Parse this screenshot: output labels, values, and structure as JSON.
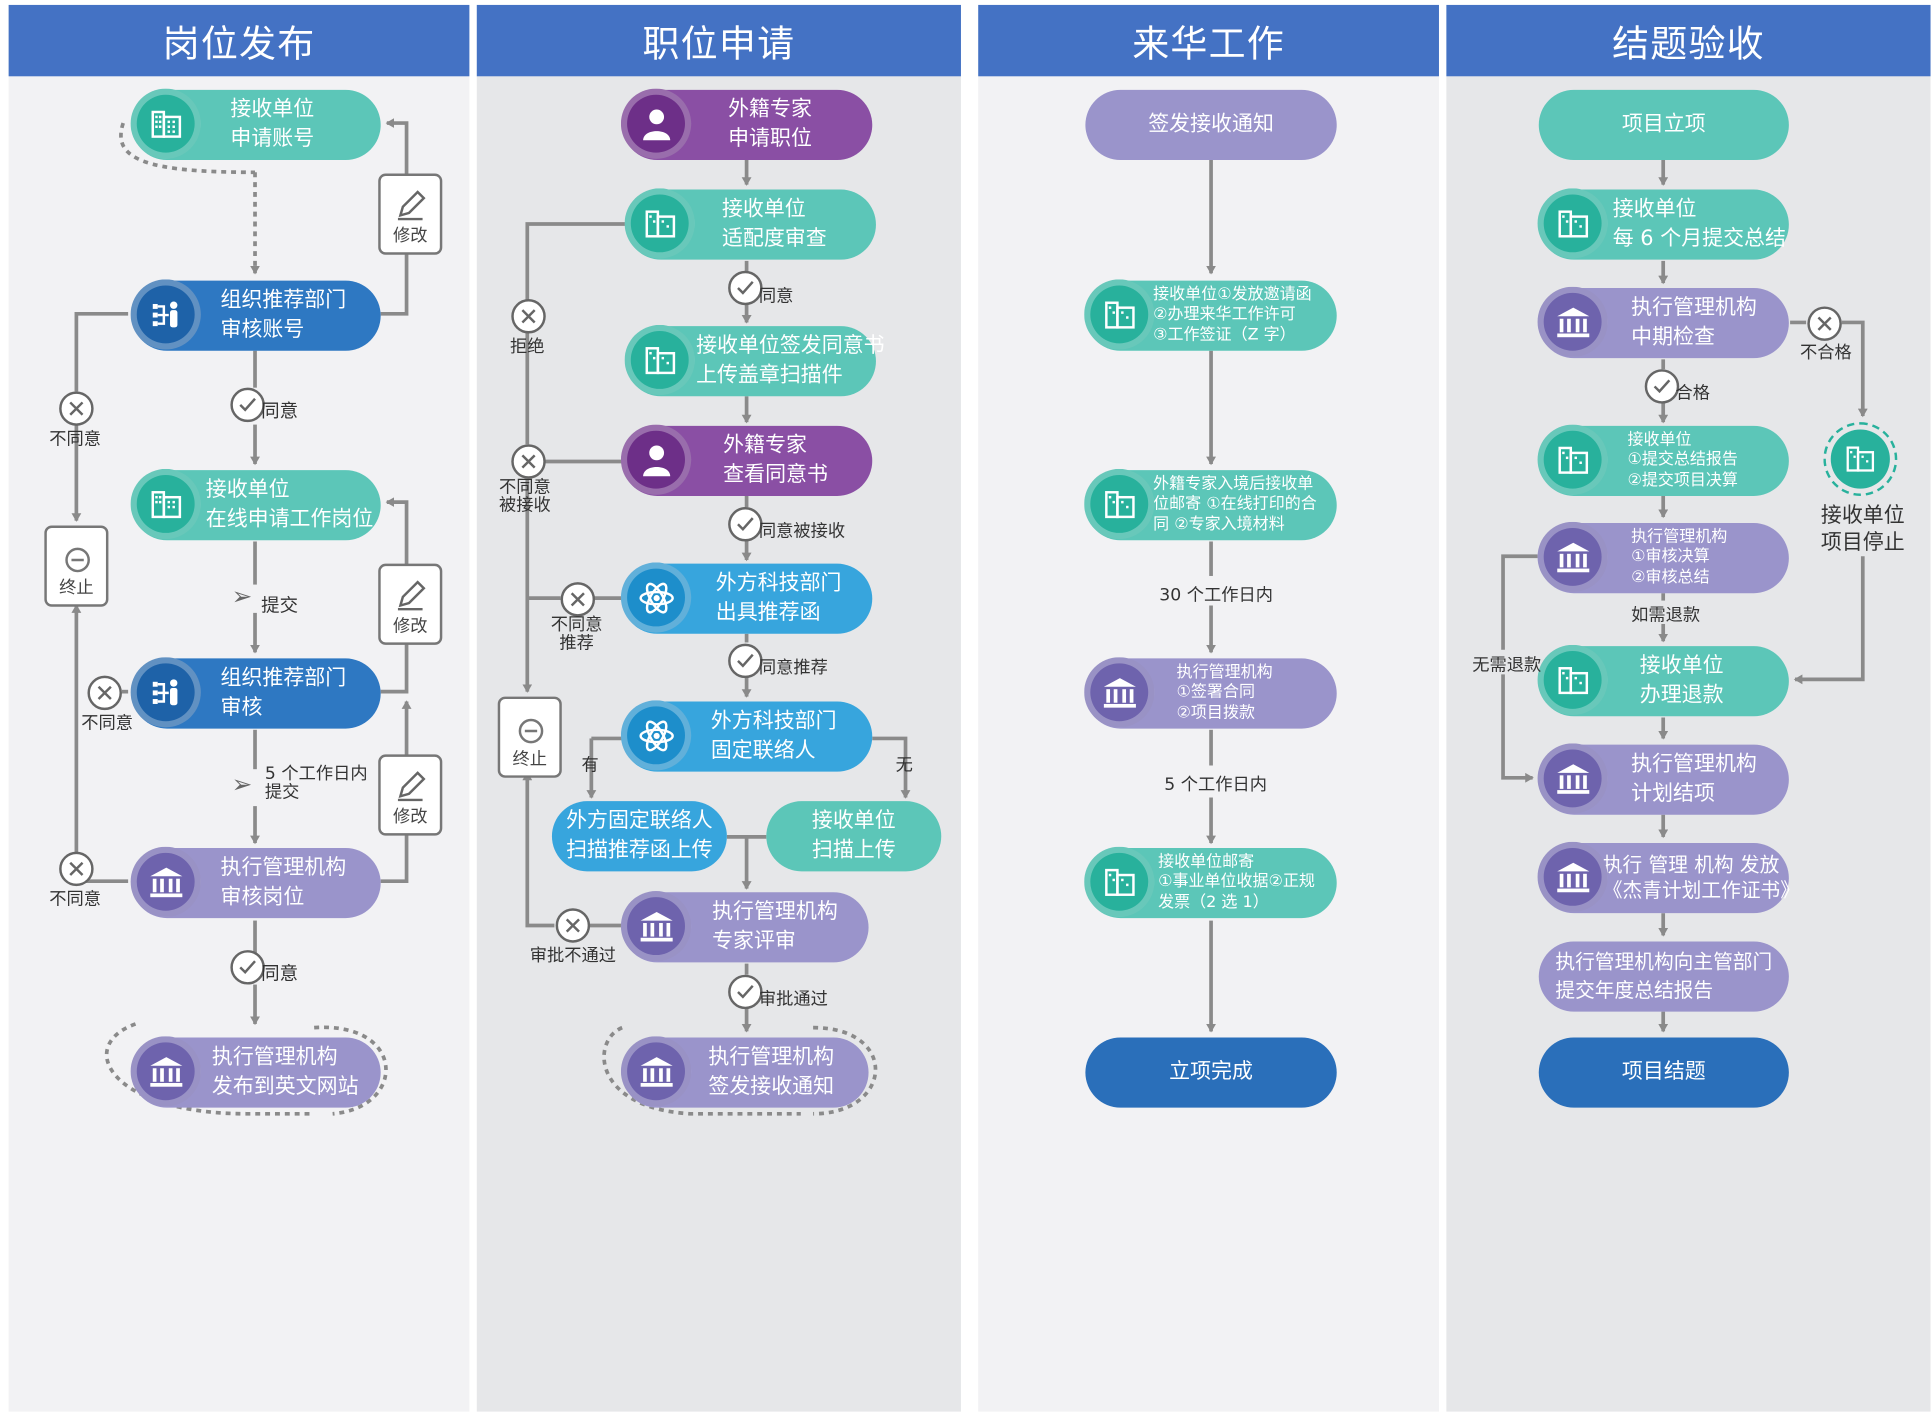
{
  "colors": {
    "header": "#4472c4",
    "teal": "#5cc6b8",
    "blue": "#2e78c2",
    "lavender": "#9a94cb",
    "purple": "#8a4fa4",
    "cyan": "#37a5dd",
    "navy": "#2a6fba"
  },
  "columns": [
    {
      "title": "岗位发布"
    },
    {
      "title": "职位申请"
    },
    {
      "title": "来华工作"
    },
    {
      "title": "结题验收"
    }
  ],
  "col1": {
    "n1": [
      "接收单位",
      "申请账号"
    ],
    "n2": [
      "组织推荐部门",
      "审核账号"
    ],
    "n3": [
      "接收单位",
      "在线申请工作岗位"
    ],
    "n4": [
      "组织推荐部门",
      "审核"
    ],
    "n5": [
      "执行管理机构",
      "审核岗位"
    ],
    "n6": [
      "执行管理机构",
      "发布到英文网站"
    ],
    "agree1": "同意",
    "agree2": "同意",
    "submit1": "提交",
    "submit2": [
      "5 个工作日内",
      "提交"
    ],
    "disagree1": "不同意",
    "disagree2": "不同意",
    "disagree3": "不同意",
    "edit": "修改",
    "terminate": "终止"
  },
  "col2": {
    "n1": [
      "外籍专家",
      "申请职位"
    ],
    "n2": [
      "接收单位",
      "适配度审查"
    ],
    "n3": [
      "接收单位签发同意书",
      "上传盖章扫描件"
    ],
    "n4": [
      "外籍专家",
      "查看同意书"
    ],
    "n5": [
      "外方科技部门",
      "出具推荐函"
    ],
    "n6": [
      "外方科技部门",
      "固定联络人"
    ],
    "n7": [
      "外方固定联络人",
      "扫描推荐函上传"
    ],
    "n8": [
      "接收单位",
      "扫描上传"
    ],
    "n9": [
      "执行管理机构",
      "专家评审"
    ],
    "n10": [
      "执行管理机构",
      "签发接收通知"
    ],
    "agree": "同意",
    "agree_received": "同意被接收",
    "agree_recommend": "同意推荐",
    "approved": "审批通过",
    "reject": "拒绝",
    "not_received": [
      "不同意",
      "被接收"
    ],
    "not_recommend": [
      "不同意",
      "推荐"
    ],
    "not_approved": "审批不通过",
    "has": "有",
    "none": "无",
    "terminate": "终止"
  },
  "col3": {
    "n1": [
      "签发接收通知"
    ],
    "n2": [
      "接收单位①发放邀请函",
      "②办理来华工作许可",
      "③工作签证（Z 字）"
    ],
    "n3": [
      "外籍专家入境后接收单",
      "位邮寄 ①在线打印的合",
      "同 ②专家入境材料"
    ],
    "n4": [
      "执行管理机构",
      "①签署合同",
      "②项目拨款"
    ],
    "n5": [
      "接收单位邮寄",
      "①事业单位收据②正规",
      "发票（2 选 1）"
    ],
    "n6": [
      "立项完成"
    ],
    "days30": "30 个工作日内",
    "days5": "5 个工作日内"
  },
  "col4": {
    "n1": [
      "项目立项"
    ],
    "n2": [
      "接收单位",
      "每 6 个月提交总结"
    ],
    "n3": [
      "执行管理机构",
      "中期检查"
    ],
    "n4": [
      "接收单位",
      "①提交总结报告",
      "②提交项目决算"
    ],
    "n5": [
      "执行管理机构",
      "①审核决算",
      "②审核总结"
    ],
    "n6": [
      "接收单位",
      "办理退款"
    ],
    "n7": [
      "执行管理机构",
      "计划结项"
    ],
    "n8": [
      "执行 管理 机构 发放",
      "《杰青计划工作证书》"
    ],
    "n9": [
      "执行管理机构向主管部门",
      "提交年度总结报告"
    ],
    "n10": [
      "项目结题"
    ],
    "stop": [
      "接收单位",
      "项目停止"
    ],
    "pass": "合格",
    "fail": "不合格",
    "refund_needed": "如需退款",
    "no_refund": "无需退款"
  }
}
